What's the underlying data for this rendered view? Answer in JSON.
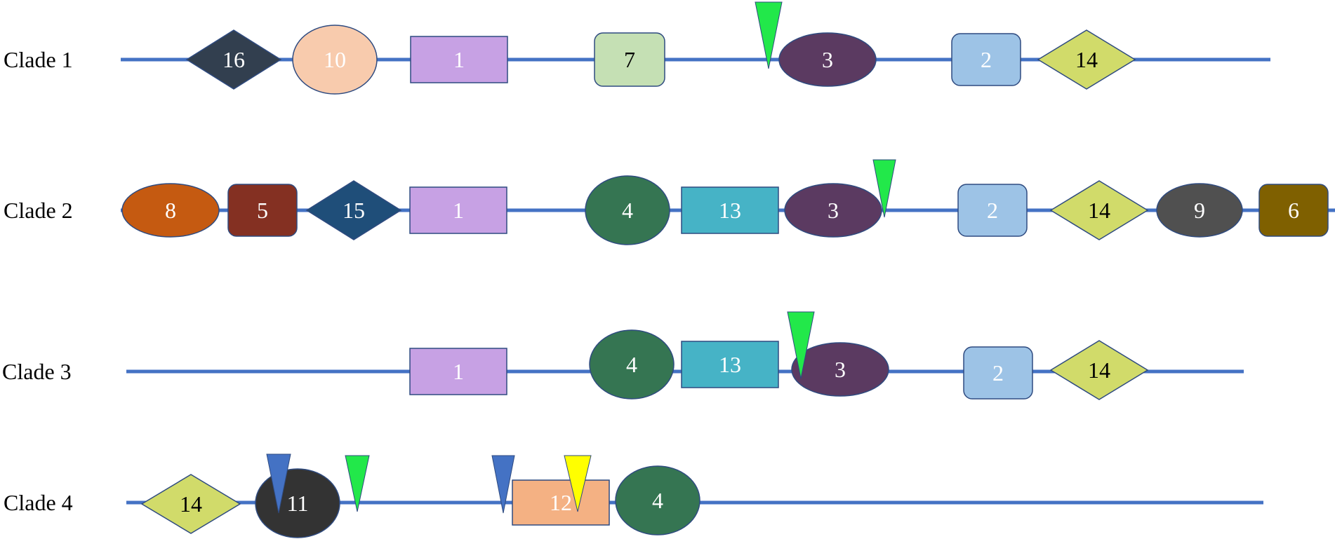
{
  "clades": [
    {
      "label": "Clade 1",
      "elements": [
        {
          "label": "16",
          "shape": "diamond",
          "color": "#323F4F",
          "text_color": "#FFFFFF"
        },
        {
          "label": "10",
          "shape": "ellipse",
          "color": "#F8CBAD",
          "text_color": "#FFFFFF"
        },
        {
          "label": "1",
          "shape": "rectangle",
          "color": "#C7A1E4",
          "text_color": "#FFFFFF"
        },
        {
          "label": "7",
          "shape": "rounded-rectangle",
          "color": "#C5E0B4",
          "text_color": "#000000"
        },
        {
          "label": "3",
          "shape": "ellipse",
          "color": "#5B3A61",
          "text_color": "#FFFFFF"
        },
        {
          "label": "2",
          "shape": "rounded-rectangle",
          "color": "#9DC3E6",
          "text_color": "#FFFFFF"
        },
        {
          "label": "14",
          "shape": "diamond",
          "color": "#D1DB6A",
          "text_color": "#000000"
        }
      ],
      "markers": [
        {
          "color": "#22E84A",
          "name": "green-triangle-marker"
        }
      ]
    },
    {
      "label": "Clade 2",
      "elements": [
        {
          "label": "8",
          "shape": "ellipse",
          "color": "#C55A11",
          "text_color": "#FFFFFF"
        },
        {
          "label": "5",
          "shape": "rounded-rectangle",
          "color": "#843022",
          "text_color": "#FFFFFF"
        },
        {
          "label": "15",
          "shape": "diamond",
          "color": "#1F4E79",
          "text_color": "#FFFFFF"
        },
        {
          "label": "1",
          "shape": "rectangle",
          "color": "#C7A1E4",
          "text_color": "#FFFFFF"
        },
        {
          "label": "4",
          "shape": "ellipse",
          "color": "#357552",
          "text_color": "#FFFFFF"
        },
        {
          "label": "13",
          "shape": "rectangle",
          "color": "#46B3C6",
          "text_color": "#FFFFFF"
        },
        {
          "label": "3",
          "shape": "ellipse",
          "color": "#5B3A61",
          "text_color": "#FFFFFF"
        },
        {
          "label": "2",
          "shape": "rounded-rectangle",
          "color": "#9DC3E6",
          "text_color": "#FFFFFF"
        },
        {
          "label": "14",
          "shape": "diamond",
          "color": "#D1DB6A",
          "text_color": "#000000"
        },
        {
          "label": "9",
          "shape": "ellipse",
          "color": "#505050",
          "text_color": "#FFFFFF"
        },
        {
          "label": "6",
          "shape": "rounded-rectangle",
          "color": "#7F6000",
          "text_color": "#FFFFFF"
        }
      ],
      "markers": [
        {
          "color": "#22E84A",
          "name": "green-triangle-marker"
        }
      ]
    },
    {
      "label": "Clade 3",
      "elements": [
        {
          "label": "1",
          "shape": "rectangle",
          "color": "#C7A1E4",
          "text_color": "#FFFFFF"
        },
        {
          "label": "4",
          "shape": "ellipse",
          "color": "#357552",
          "text_color": "#FFFFFF"
        },
        {
          "label": "13",
          "shape": "rectangle",
          "color": "#46B3C6",
          "text_color": "#FFFFFF"
        },
        {
          "label": "3",
          "shape": "ellipse",
          "color": "#5B3A61",
          "text_color": "#FFFFFF"
        },
        {
          "label": "2",
          "shape": "rounded-rectangle",
          "color": "#9DC3E6",
          "text_color": "#FFFFFF"
        },
        {
          "label": "14",
          "shape": "diamond",
          "color": "#D1DB6A",
          "text_color": "#000000"
        }
      ],
      "markers": [
        {
          "color": "#22E84A",
          "name": "green-triangle-marker"
        }
      ]
    },
    {
      "label": "Clade 4",
      "elements": [
        {
          "label": "14",
          "shape": "diamond",
          "color": "#D1DB6A",
          "text_color": "#000000"
        },
        {
          "label": "11",
          "shape": "ellipse",
          "color": "#333333",
          "text_color": "#FFFFFF"
        },
        {
          "label": "12",
          "shape": "rectangle",
          "color": "#F4B183",
          "text_color": "#FFFFFF"
        },
        {
          "label": "4",
          "shape": "ellipse",
          "color": "#357552",
          "text_color": "#FFFFFF"
        }
      ],
      "markers": [
        {
          "color": "#4472C4",
          "name": "blue-triangle-marker"
        },
        {
          "color": "#22E84A",
          "name": "green-triangle-marker"
        },
        {
          "color": "#4472C4",
          "name": "blue-triangle-marker"
        },
        {
          "color": "#FFFF00",
          "name": "yellow-triangle-marker"
        }
      ]
    }
  ],
  "colors": {
    "backbone": "#4472C4",
    "outline": "#2F4B80"
  }
}
